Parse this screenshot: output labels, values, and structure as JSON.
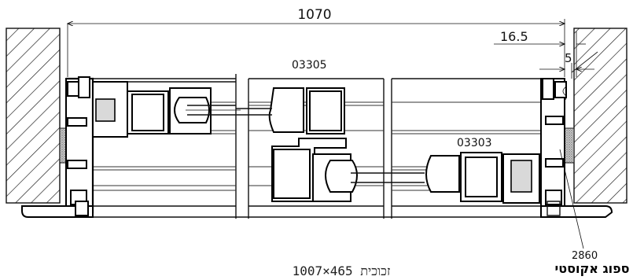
{
  "dimensions": {
    "overall_width": "1070",
    "offset_right": "16.5",
    "offset_small": "5"
  },
  "profiles": {
    "center_profile": "03305",
    "right_profile": "03303",
    "gasket_code": "2860"
  },
  "labels": {
    "glass_caption": "זכוכית 465×1007",
    "acoustic_seal": "ספוג אקוסטי"
  }
}
